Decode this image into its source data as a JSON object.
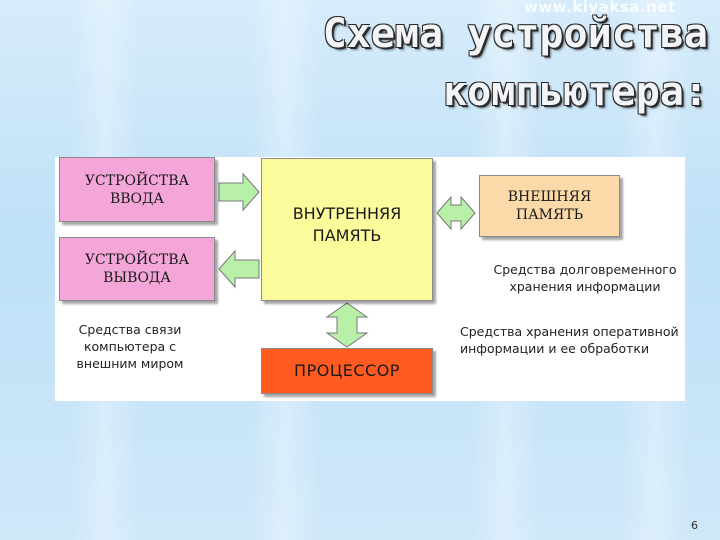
{
  "watermark": "www.kiyaksa.net",
  "title": {
    "line1": "Схема устройства",
    "line2": "компьютера:"
  },
  "diagram": {
    "input_devices": "УСТРОЙСТВА ВВОДА",
    "output_devices": "УСТРОЙСТВА ВЫВОДА",
    "internal_memory": "ВНУТРЕННЯЯ ПАМЯТЬ",
    "external_memory": "ВНЕШНЯЯ ПАМЯТЬ",
    "processor": "ПРОЦЕССОР",
    "note_external": "Средства долговременного хранения информации",
    "note_communication": "Средства связи компьютера с внешним миром",
    "note_operational": "Средства хранения оперативной информации и ее обработки"
  },
  "colors": {
    "input_output_boxes": "#f5a6d8",
    "internal_memory_box": "#fbfb9c",
    "external_memory_box": "#fbd9a8",
    "processor_box": "#ff5a1f",
    "arrows": "#b8f0a8"
  },
  "page_number": "6"
}
